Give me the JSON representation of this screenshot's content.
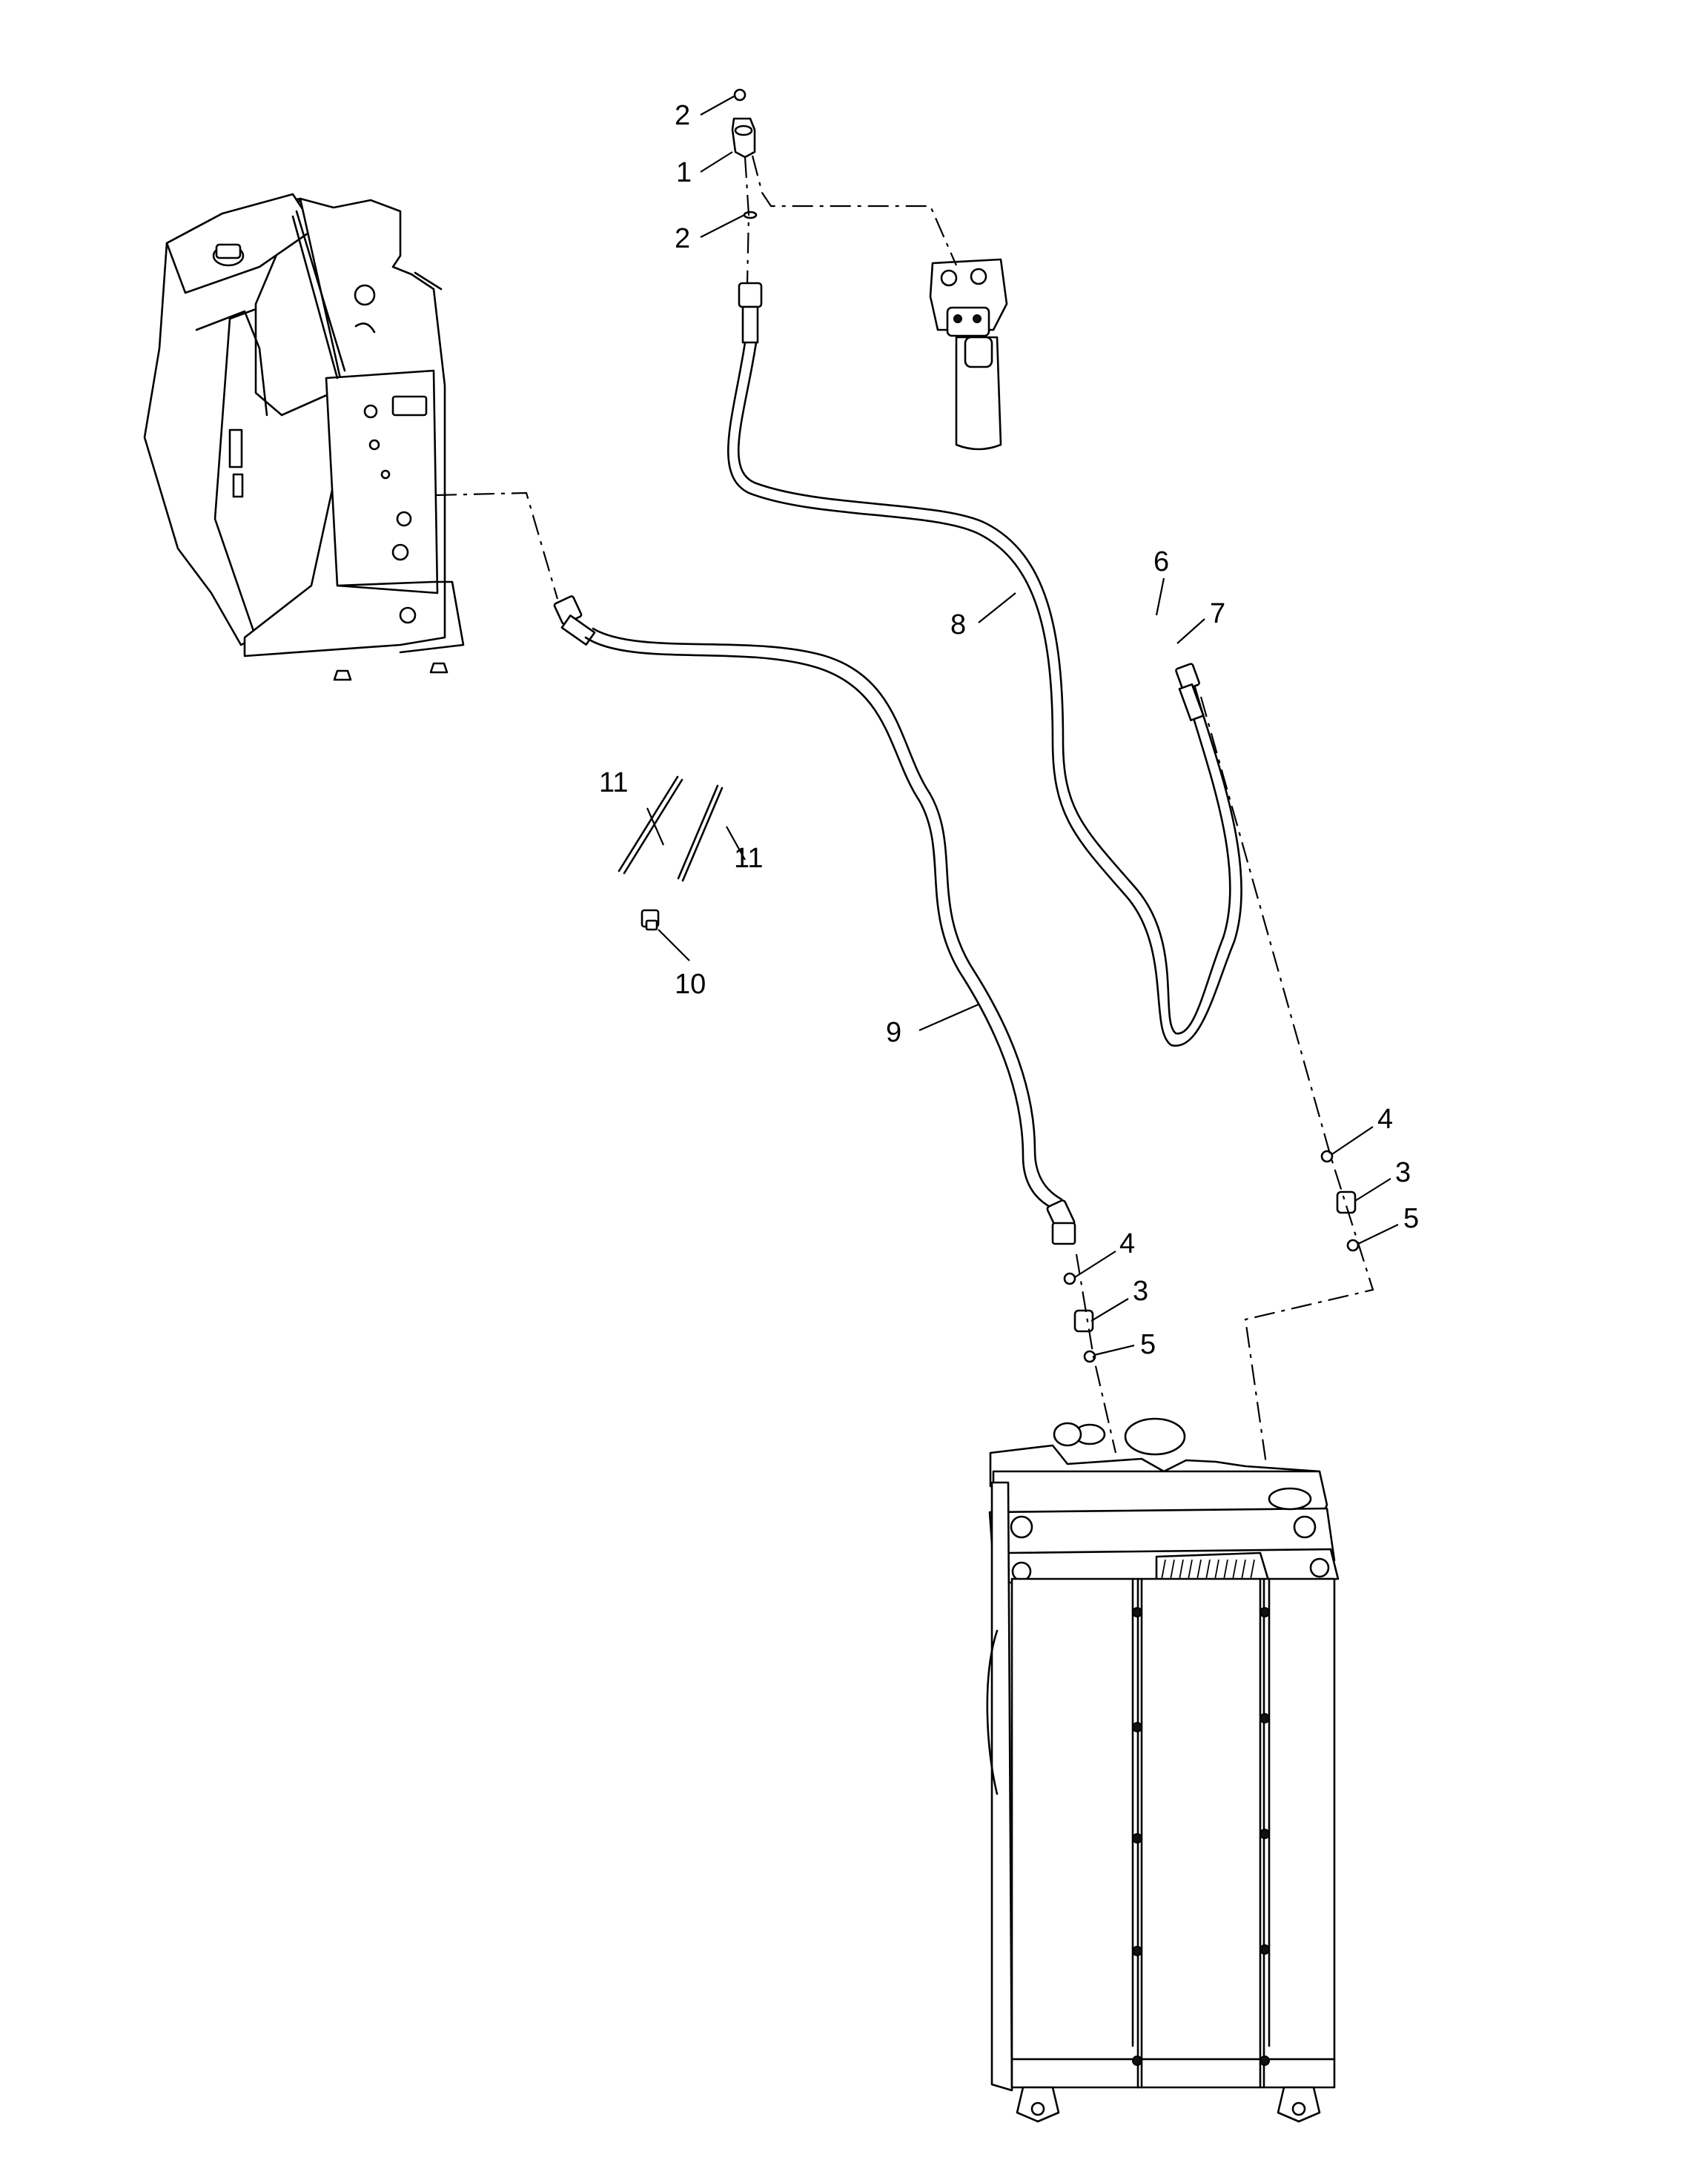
{
  "callouts": [
    {
      "id": "c2a",
      "label": "2"
    },
    {
      "id": "c1",
      "label": "1"
    },
    {
      "id": "c2b",
      "label": "2"
    },
    {
      "id": "c8",
      "label": "8"
    },
    {
      "id": "c6",
      "label": "6"
    },
    {
      "id": "c7",
      "label": "7"
    },
    {
      "id": "c11a",
      "label": "11"
    },
    {
      "id": "c11b",
      "label": "11"
    },
    {
      "id": "c10",
      "label": "10"
    },
    {
      "id": "c9",
      "label": "9"
    },
    {
      "id": "c4a",
      "label": "4"
    },
    {
      "id": "c3a",
      "label": "3"
    },
    {
      "id": "c5a",
      "label": "5"
    },
    {
      "id": "c4b",
      "label": "4"
    },
    {
      "id": "c3b",
      "label": "3"
    },
    {
      "id": "c5b",
      "label": "5"
    }
  ]
}
